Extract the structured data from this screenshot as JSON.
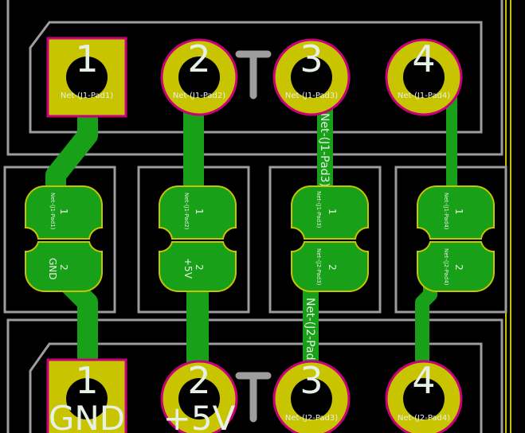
{
  "colors": {
    "background": "#000000",
    "copper": "#18a018",
    "copper_dark": "#0c6e0c",
    "pad": "#c9c400",
    "pad_ring": "#c8007a",
    "silkscreen": "#9d9d9d",
    "text": "#e6f0e6",
    "edge": "#c8c000"
  },
  "top_connector": {
    "pads": [
      {
        "number": "1",
        "net": "Net-(J1-Pad1)"
      },
      {
        "number": "2",
        "net": "Net-(J1-Pad2)"
      },
      {
        "number": "3",
        "net": "Net-(J1-Pad3)"
      },
      {
        "number": "4",
        "net": "Net-(J1-Pad4)"
      }
    ]
  },
  "trace_labels": {
    "j1_pad3": "Net-(J1-Pad3)",
    "j2_pad3": "Net-(J2-Pad3)"
  },
  "smd_jumpers": [
    {
      "pad1": "1",
      "pad2": "2",
      "net1": "Net-(J1-Pad1)",
      "net2": "GND"
    },
    {
      "pad1": "1",
      "pad2": "2",
      "net1": "Net-(J1-Pad2)",
      "net2": "+5V"
    },
    {
      "pad1": "1",
      "pad2": "2",
      "net1": "Net-(J1-Pad3)",
      "net2": "Net-(J2-Pad3)"
    },
    {
      "pad1": "1",
      "pad2": "2",
      "net1": "Net-(J1-Pad4)",
      "net2": "Net-(J2-Pad4)"
    }
  ],
  "bottom_connector": {
    "pads": [
      {
        "number": "1",
        "net": "GND"
      },
      {
        "number": "2",
        "net": "+5V"
      },
      {
        "number": "3",
        "net": "Net-(J2-Pad3)"
      },
      {
        "number": "4",
        "net": "Net-(J2-Pad4)"
      }
    ]
  }
}
